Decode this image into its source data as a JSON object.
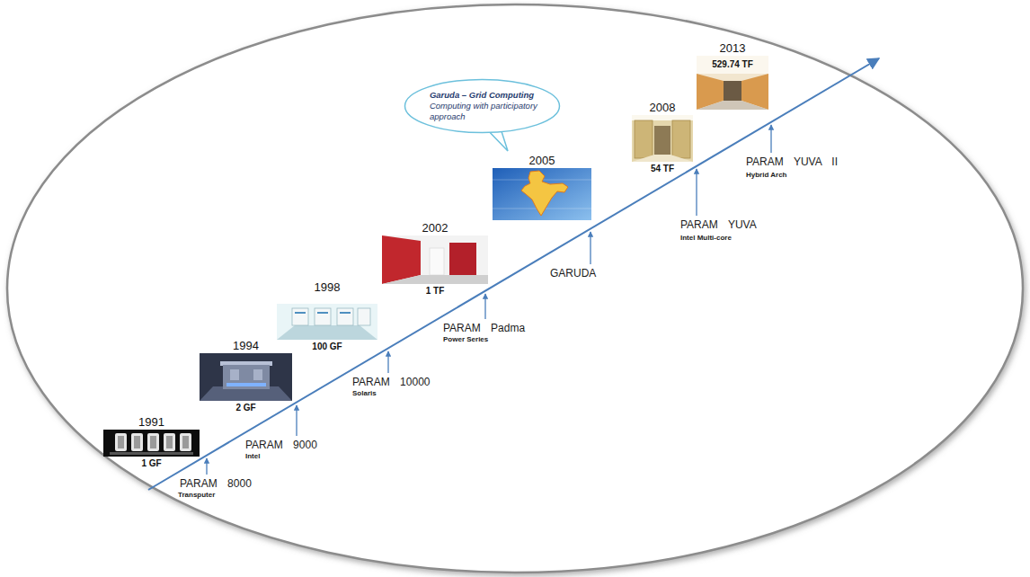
{
  "diagram": {
    "nodes": [
      {
        "text": [
          "1991",
          "1 GF"
        ]
      },
      {
        "text": [
          "1994",
          "2 GF"
        ]
      },
      {
        "text": [
          "1998",
          "100 GF"
        ]
      },
      {
        "text": [
          "2002",
          "1 TF"
        ]
      },
      {
        "text": [
          "2005"
        ]
      },
      {
        "text": [
          "Garuda – Grid Computing",
          "Computing with participatory approach"
        ]
      },
      {
        "text": [
          "2008",
          "54 TF"
        ]
      },
      {
        "text": [
          "2013",
          "529.74 TF"
        ]
      }
    ],
    "labels": [
      "PARAM 8000",
      "Transputer",
      "PARAM 9000",
      "Intel",
      "PARAM 10000",
      "Solaris",
      "PARAM Padma",
      "Power Series",
      "GARUDA",
      "PARAM YUVA",
      "Intel Multi-core",
      "PARAM YUVA II",
      "Hybrid Arch"
    ]
  }
}
